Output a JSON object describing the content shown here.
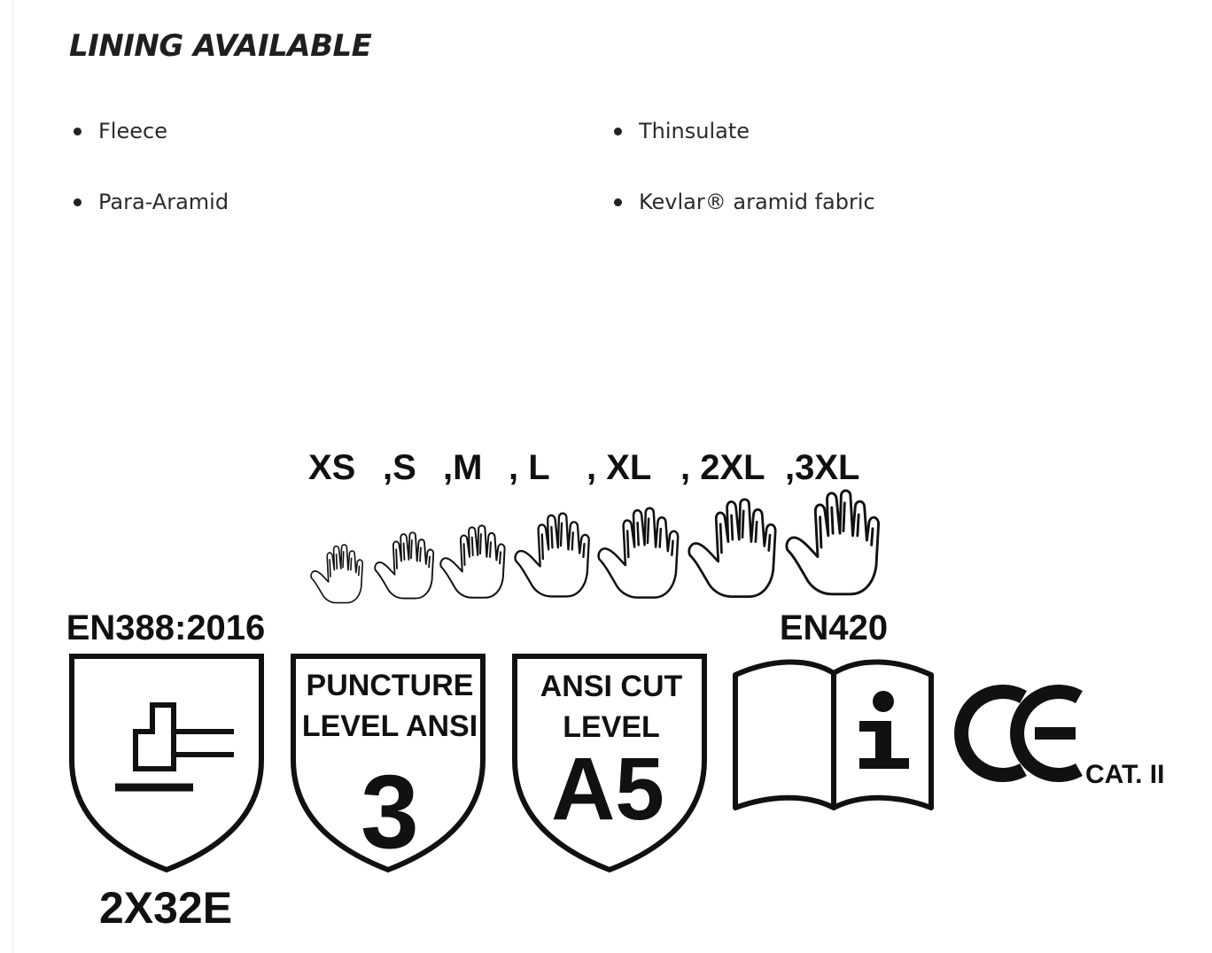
{
  "section": {
    "title": "LINING AVAILABLE"
  },
  "lining_options": [
    "Fleece",
    "Thinsulate",
    "Para-Aramid",
    "Kevlar® aramid fabric"
  ],
  "certification_graphic": {
    "sizes": [
      "XS",
      ",S",
      ",M",
      ", L",
      ", XL",
      ", 2XL",
      ",3XL"
    ],
    "en388": {
      "standard": "EN388:2016",
      "rating": "2X32E",
      "icon": "hammer-pictogram-icon"
    },
    "puncture": {
      "line1": "PUNCTURE",
      "line2": "LEVEL ANSI",
      "level": "3"
    },
    "ansi_cut": {
      "line1": "ANSI CUT",
      "line2": "LEVEL",
      "level": "A5"
    },
    "en420": {
      "standard": "EN420",
      "icon": "info-book-icon"
    },
    "ce": {
      "mark": "CE",
      "category": "CAT. II"
    },
    "ink_color": "#111111"
  }
}
